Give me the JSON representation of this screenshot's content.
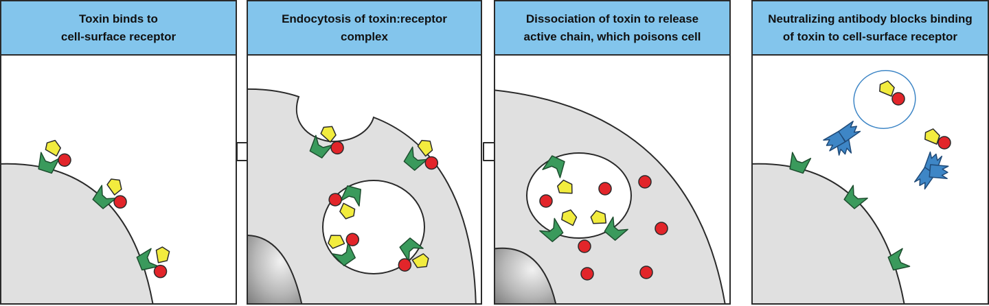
{
  "panels": [
    {
      "id": "panel-1",
      "title": [
        "Toxin binds to",
        "cell-surface receptor"
      ]
    },
    {
      "id": "panel-2",
      "title": [
        "Endocytosis of toxin:receptor",
        "complex"
      ]
    },
    {
      "id": "panel-3",
      "title": [
        "Dissociation of toxin to release",
        "active chain, which poisons cell"
      ]
    },
    {
      "id": "panel-4",
      "title": [
        "Neutralizing antibody blocks binding",
        "of toxin to cell-surface receptor"
      ]
    }
  ],
  "colors": {
    "header": "#83c5ec",
    "cell": "#e0e0e0",
    "nucleus": "#bdbdbd",
    "receptor": "#3a9a5c",
    "toxin_b_chain": "#f2ec3e",
    "toxin_a_chain": "#e2252a",
    "antibody": "#3e86c6",
    "outline": "#2a2a2a"
  },
  "icons": [
    "arrow-right-icon"
  ]
}
